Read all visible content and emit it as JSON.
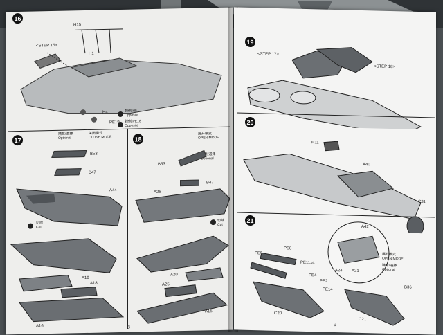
{
  "left_page": {
    "step16": {
      "number": "16",
      "labels": {
        "h15": "H15",
        "h1": "H1",
        "step15": "<STEP 15>",
        "h4": "H4",
        "pe19": "PE19"
      },
      "callouts": {
        "h5": "對側 H5\nOpposite",
        "pe18": "對側 PE18\nOpposite"
      }
    },
    "step17": {
      "number": "17",
      "mode_note": "隨意/選擇\nOptional",
      "mode": "关闭模式\nCLOSE MODE",
      "labels": {
        "b53": "B53",
        "b47": "B47",
        "a44": "A44",
        "a19": "A19",
        "a18": "A18",
        "a16": "A16"
      },
      "cut": "切除\nCut"
    },
    "step18": {
      "number": "18",
      "mode": "展开模式\nOPEN MODE",
      "mode_note": "隨意/選擇\nOptional",
      "labels": {
        "b53": "B53",
        "b47": "B47",
        "a26": "A26",
        "a20": "A20",
        "a25": "A25",
        "a15": "A15"
      },
      "cut": "切除\nCut"
    },
    "page_number": "8"
  },
  "right_page": {
    "step19": {
      "number": "19",
      "labels": {
        "step17": "<STEP 17>",
        "step18": "<STEP 18>"
      }
    },
    "step20": {
      "number": "20",
      "labels": {
        "h11": "H11",
        "a40": "A40",
        "c31": "C31"
      }
    },
    "step21": {
      "number": "21",
      "labels": {
        "pe8": "PE8",
        "pe5": "PE5",
        "pe11x4": "PE11x4",
        "pe4": "PE4",
        "pe2": "PE2",
        "pe14": "PE14",
        "b36": "B36",
        "c20": "C20",
        "c21": "C21",
        "a42": "A42",
        "a24": "A24",
        "a21": "A21"
      },
      "mode": "展开模式\nOPEN MODE",
      "mode_note": "隨意/選擇\nOptional"
    },
    "page_number": "9"
  }
}
